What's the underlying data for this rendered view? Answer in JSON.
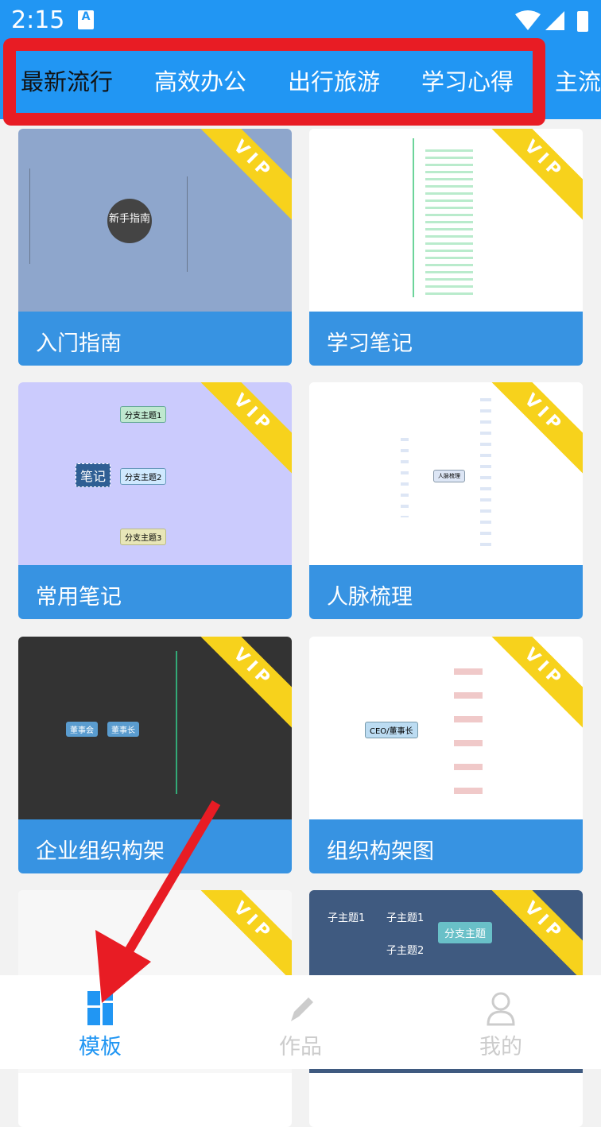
{
  "status": {
    "time": "2:15",
    "notif_icon": "A"
  },
  "tabs": [
    {
      "label": "最新流行",
      "active": true
    },
    {
      "label": "高效办公"
    },
    {
      "label": "出行旅游"
    },
    {
      "label": "学习心得"
    },
    {
      "label": "主流"
    }
  ],
  "cards": [
    {
      "title": "入门指南",
      "vip": "VIP",
      "center": "新手指南"
    },
    {
      "title": "学习笔记",
      "vip": "VIP"
    },
    {
      "title": "常用笔记",
      "vip": "VIP",
      "center": "笔记",
      "branches": [
        "分支主题1",
        "分支主题2",
        "分支主题3"
      ]
    },
    {
      "title": "人脉梳理",
      "vip": "VIP",
      "center": "人脉梳理"
    },
    {
      "title": "企业组织构架",
      "vip": "VIP",
      "center": "董事会",
      "sub": "董事长"
    },
    {
      "title": "组织构架图",
      "vip": "VIP",
      "center": "CEO/董事长"
    },
    {
      "title": "",
      "vip": "VIP"
    },
    {
      "title": "",
      "vip": "VIP",
      "nodes": [
        "子主题1",
        "子主题1",
        "子主题2",
        "分支主题"
      ]
    }
  ],
  "nav": [
    {
      "label": "模板",
      "active": true
    },
    {
      "label": "作品"
    },
    {
      "label": "我的"
    }
  ]
}
